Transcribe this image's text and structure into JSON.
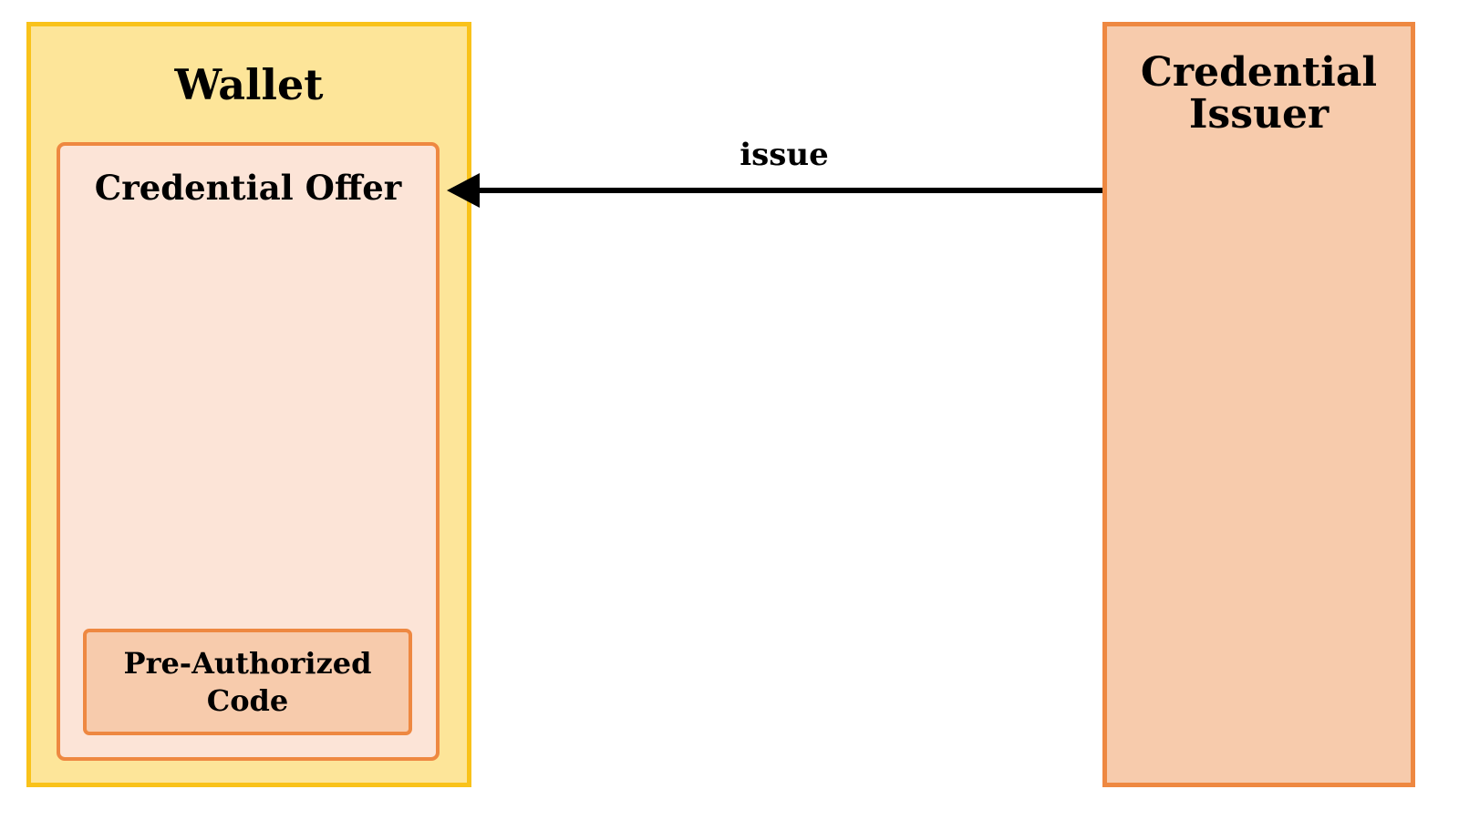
{
  "nodes": {
    "wallet": {
      "label": "Wallet"
    },
    "credential_offer": {
      "label": "Credential Offer"
    },
    "pre_authorized_code": {
      "label_line1": "Pre-Authorized",
      "label_line2": "Code"
    },
    "credential_issuer": {
      "label_line1": "Credential",
      "label_line2": "Issuer"
    }
  },
  "edges": [
    {
      "from": "credential_issuer",
      "to": "credential_offer",
      "label": "issue"
    }
  ],
  "colors": {
    "wallet_fill": "#fde599",
    "wallet_border": "#f9c21a",
    "offer_fill": "#fce4d7",
    "orange_border": "#ee8841",
    "issuer_fill": "#f7cbac",
    "arrow": "#000000"
  }
}
